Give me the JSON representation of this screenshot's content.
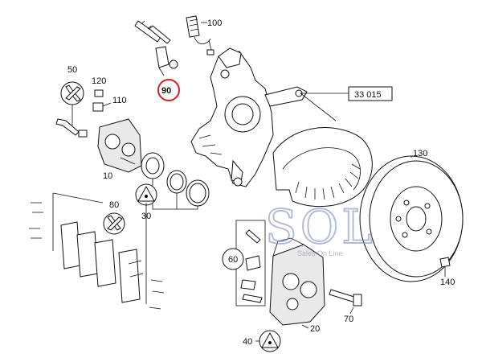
{
  "labels": {
    "p10": "10",
    "p20": "20",
    "p30": "30",
    "p40": "40",
    "p50": "50",
    "p60": "60",
    "p70": "70",
    "p80": "80",
    "p90": "90",
    "p100": "100",
    "p110": "110",
    "p120": "120",
    "p130": "130",
    "p140": "140",
    "ref": "33 015"
  },
  "watermark": {
    "logo": "SOL",
    "tagline": "Sales On Line"
  },
  "colors": {
    "line": "#111111",
    "highlight_circle": "#d62020",
    "watermark": "#7a86b8",
    "background": "#ffffff"
  },
  "icons": {
    "wrench": "wrench-icon",
    "grease": "grease-triangle-icon"
  }
}
